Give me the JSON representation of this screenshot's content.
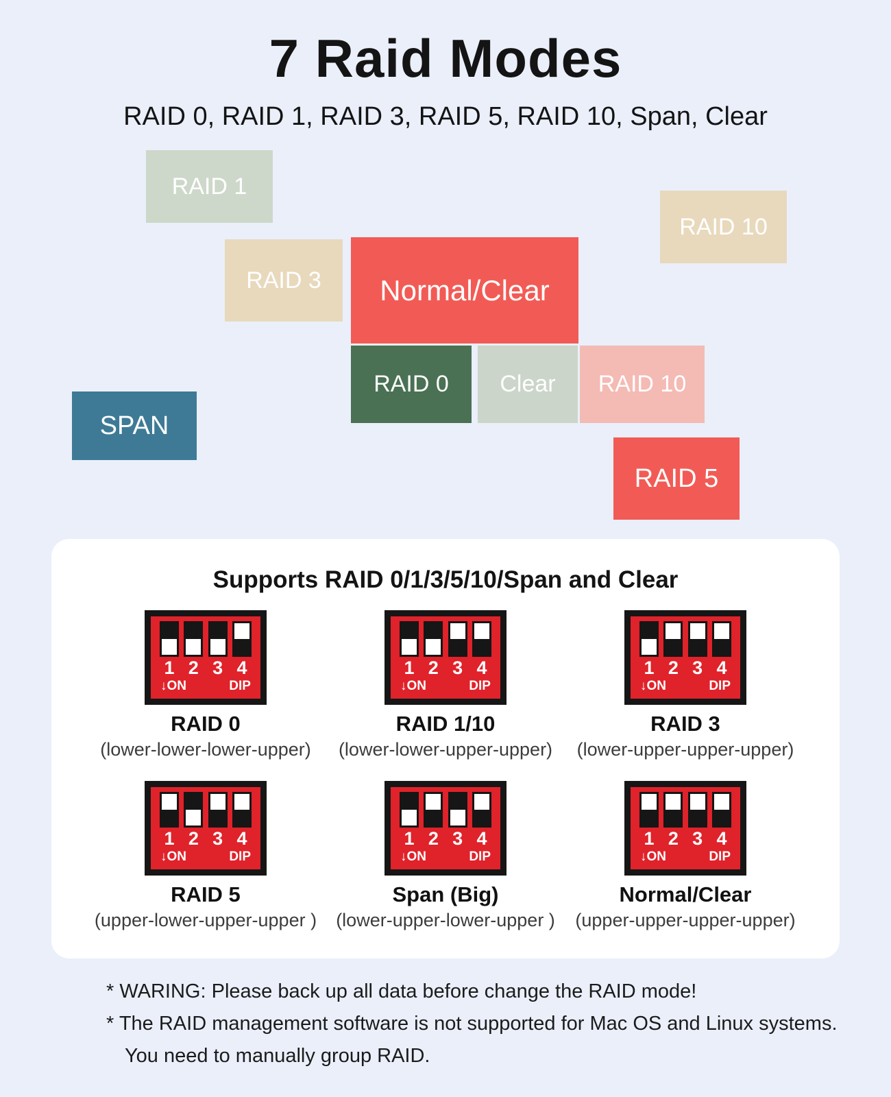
{
  "page": {
    "background": "#eaeffa",
    "title": "7 Raid Modes",
    "subtitle": "RAID 0, RAID 1, RAID 3, RAID 5, RAID 10, Span, Clear"
  },
  "collage": {
    "blocks": [
      {
        "label": "RAID 1",
        "color": "#ced8ca"
      },
      {
        "label": "RAID 10",
        "color": "#e8d9bd"
      },
      {
        "label": "RAID 3",
        "color": "#e8d9bd"
      },
      {
        "label": "Normal/Clear",
        "color": "#f25b55"
      },
      {
        "label": "RAID 0",
        "color": "#4a7154"
      },
      {
        "label": "Clear",
        "color": "#cbd5c9"
      },
      {
        "label": "RAID 10",
        "color": "#f4bab4"
      },
      {
        "label": "SPAN",
        "color": "#3e7a96"
      },
      {
        "label": "RAID 5",
        "color": "#f25b55"
      }
    ]
  },
  "card": {
    "title": "Supports RAID 0/1/3/5/10/Span and Clear",
    "background": "#ffffff",
    "dip": {
      "panel_color": "#e0222a",
      "border_color": "#161616",
      "numbers": [
        "1",
        "2",
        "3",
        "4"
      ],
      "arrow": "↓",
      "on_label": "ON",
      "dip_label": "DIP"
    },
    "switches": [
      {
        "name": "RAID 0",
        "positions_label": "(lower-lower-lower-upper)",
        "positions": [
          "lower",
          "lower",
          "lower",
          "upper"
        ]
      },
      {
        "name": "RAID 1/10",
        "positions_label": "(lower-lower-upper-upper)",
        "positions": [
          "lower",
          "lower",
          "upper",
          "upper"
        ]
      },
      {
        "name": "RAID 3",
        "positions_label": "(lower-upper-upper-upper)",
        "positions": [
          "lower",
          "upper",
          "upper",
          "upper"
        ]
      },
      {
        "name": "RAID 5",
        "positions_label": "(upper-lower-upper-upper )",
        "positions": [
          "upper",
          "lower",
          "upper",
          "upper"
        ]
      },
      {
        "name": "Span (Big)",
        "positions_label": "(lower-upper-lower-upper )",
        "positions": [
          "lower",
          "upper",
          "lower",
          "upper"
        ]
      },
      {
        "name": "Normal/Clear",
        "positions_label": "(upper-upper-upper-upper)",
        "positions": [
          "upper",
          "upper",
          "upper",
          "upper"
        ]
      }
    ]
  },
  "footer": {
    "lines": [
      "* WARING: Please back up all data before change the RAID mode!",
      "* The RAID management software is not supported for Mac OS and Linux systems.",
      "You need to manually group RAID."
    ]
  }
}
